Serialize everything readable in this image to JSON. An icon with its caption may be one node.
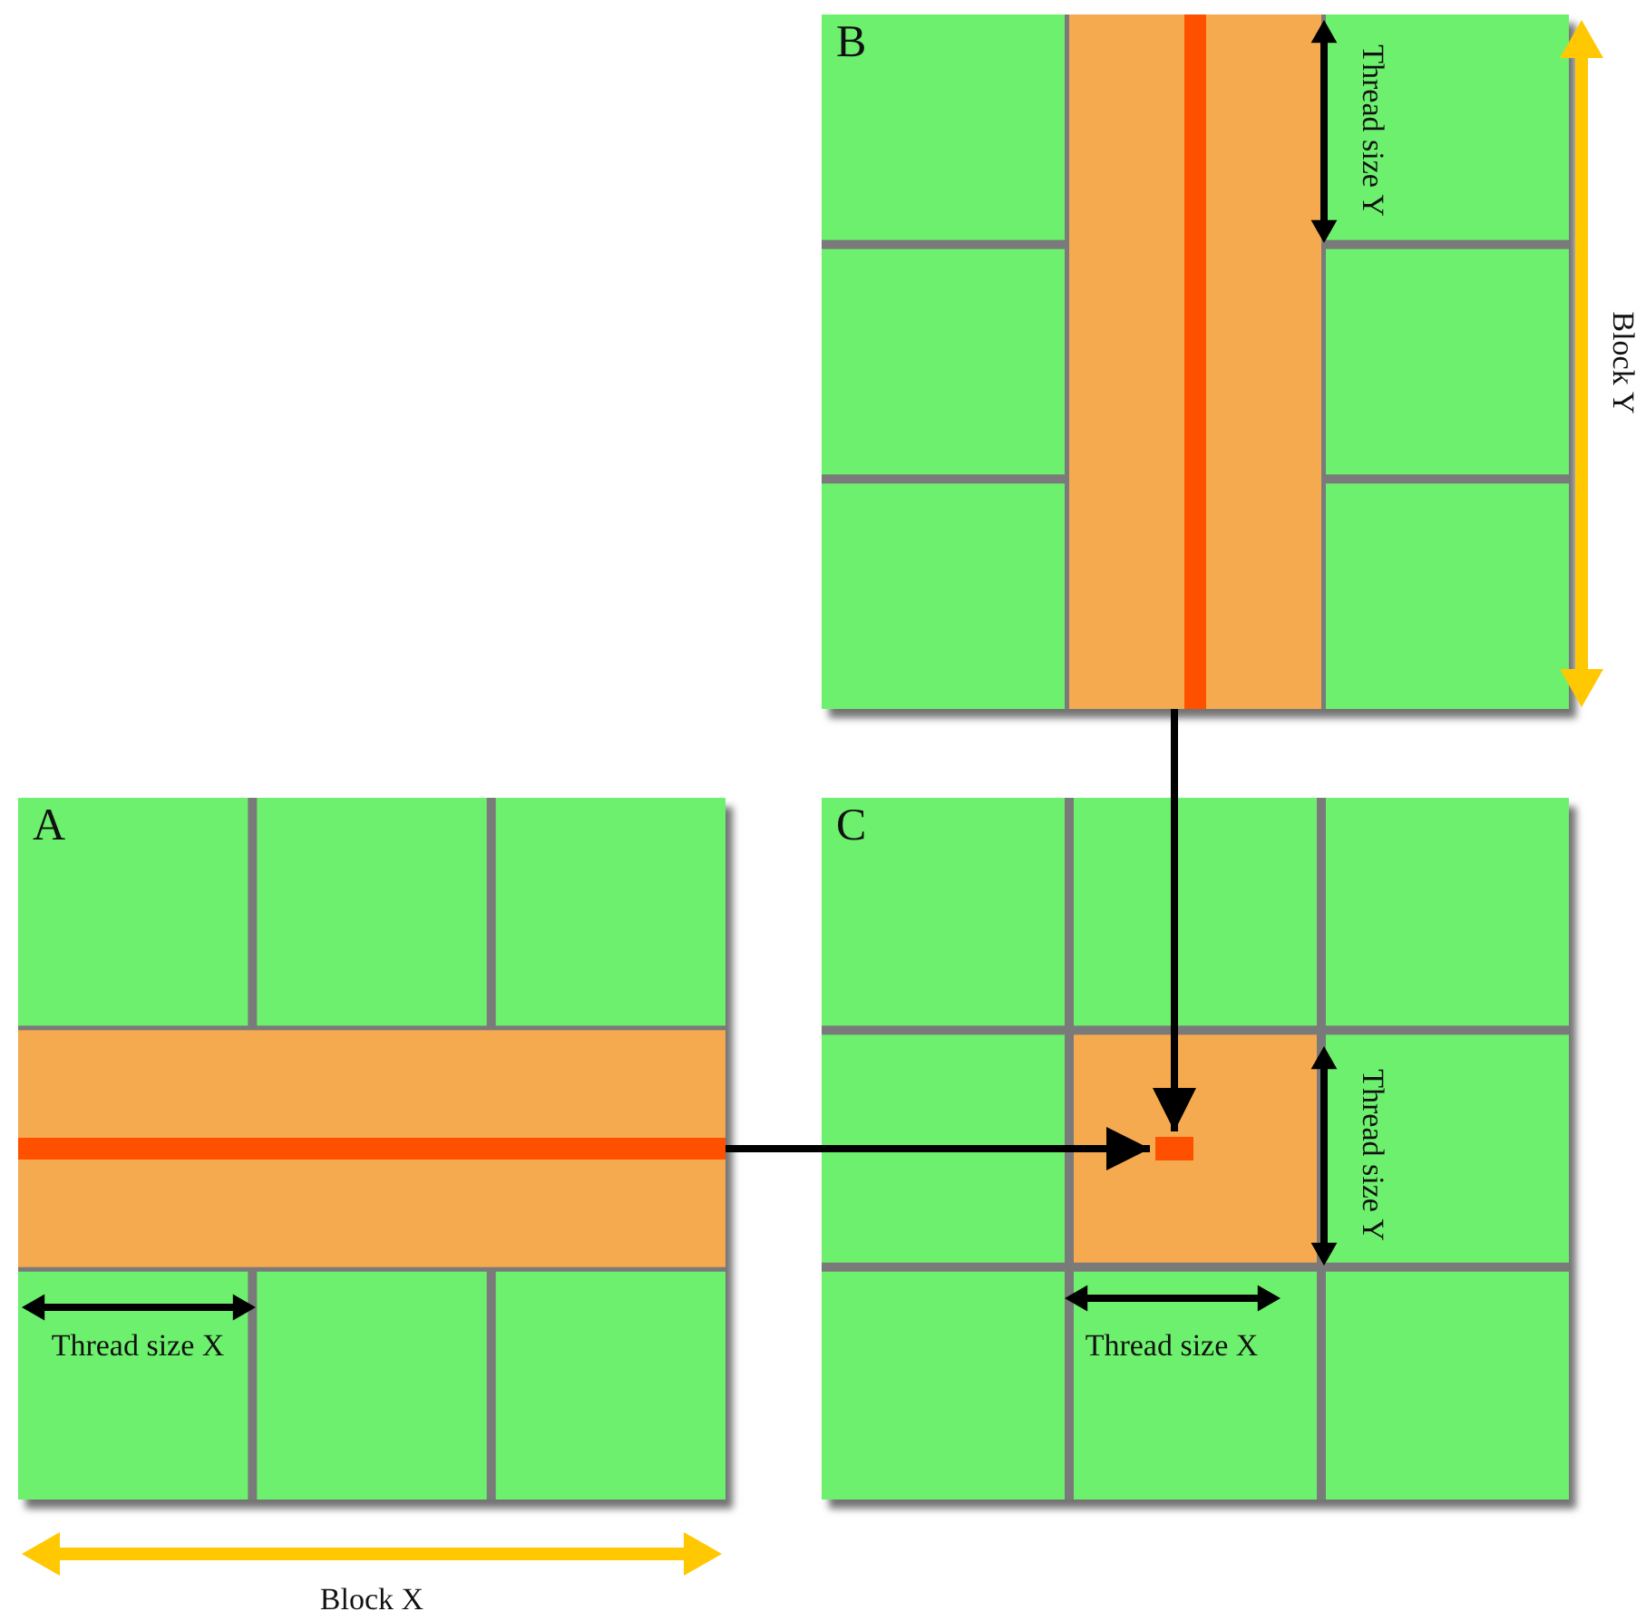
{
  "diagram": {
    "nodes": [
      {
        "text": [
          "B"
        ]
      },
      {
        "text": [
          "A"
        ]
      },
      {
        "text": [
          "C"
        ]
      },
      {
        "text": [],
        "shape": "box",
        "in": 2
      }
    ],
    "edges": [
      {
        "from": 1,
        "to": 3,
        "arrow": "to"
      },
      {
        "from": 0,
        "to": 3,
        "arrow": "to"
      }
    ],
    "labels": [
      "Thread size Y",
      "Block Y",
      "Thread size Y",
      "Thread size X",
      "Thread size X",
      "Block X"
    ]
  }
}
